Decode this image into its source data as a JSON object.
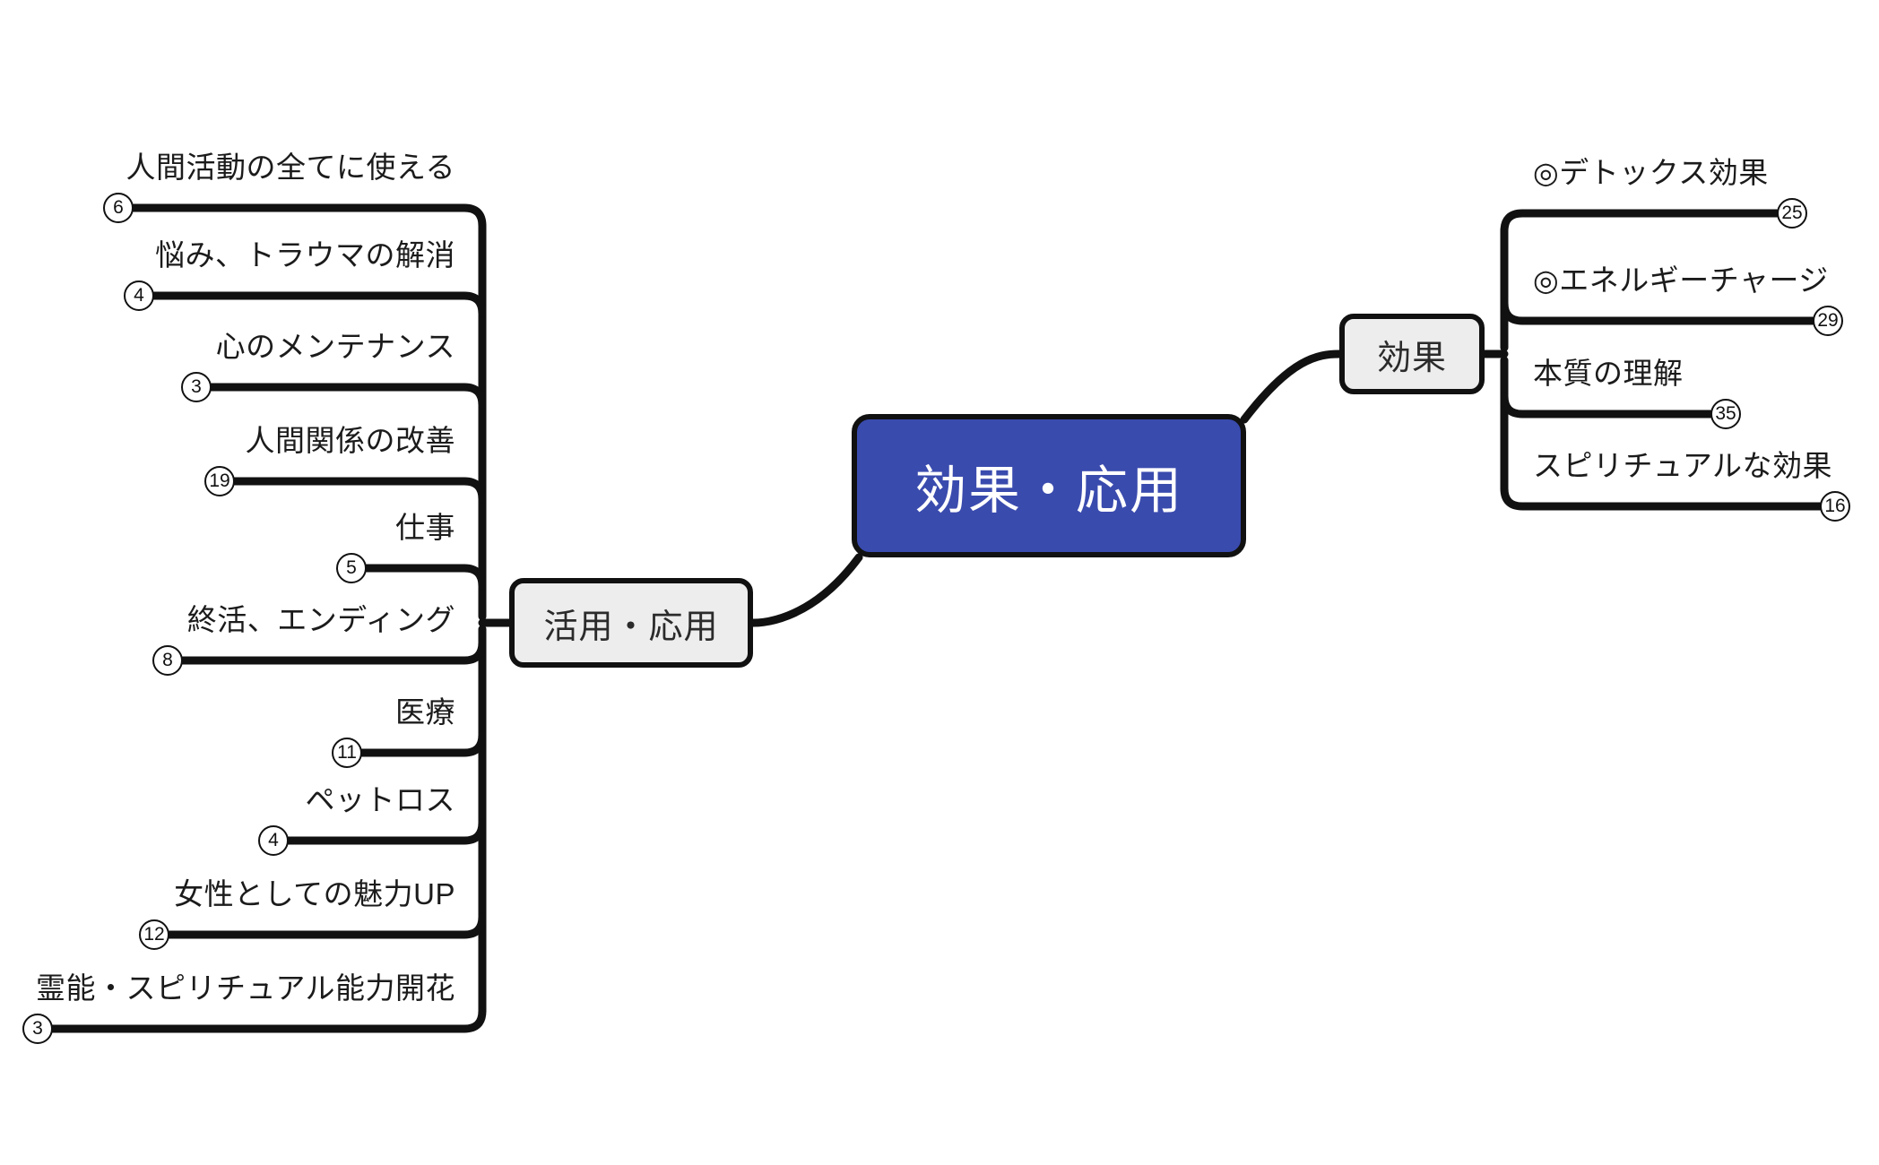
{
  "diagram": {
    "title": "効果・応用",
    "type": "mindmap",
    "colors": {
      "root_fill": "#3a4bae",
      "root_text": "#ffffff",
      "branch_fill": "#ededed",
      "branch_text": "#2b2b2b",
      "stroke": "#111111",
      "background": "#ffffff"
    }
  },
  "root": {
    "label": "効果・応用"
  },
  "branches": [
    {
      "label": "活用・応用",
      "side": "left",
      "leaves": [
        {
          "label": "人間活動の全てに使える",
          "count": "6"
        },
        {
          "label": "悩み、トラウマの解消",
          "count": "4"
        },
        {
          "label": "心のメンテナンス",
          "count": "3"
        },
        {
          "label": "人間関係の改善",
          "count": "19"
        },
        {
          "label": "仕事",
          "count": "5"
        },
        {
          "label": "終活、エンディング",
          "count": "8"
        },
        {
          "label": "医療",
          "count": "11"
        },
        {
          "label": "ペットロス",
          "count": "4"
        },
        {
          "label": "女性としての魅力UP",
          "count": "12"
        },
        {
          "label": "霊能・スピリチュアル能力開花",
          "count": "3"
        }
      ]
    },
    {
      "label": "効果",
      "side": "right",
      "leaves": [
        {
          "label": "◎デトックス効果",
          "count": "25"
        },
        {
          "label": "◎エネルギーチャージ",
          "count": "29"
        },
        {
          "label": "本質の理解",
          "count": "35"
        },
        {
          "label": "スピリチュアルな効果",
          "count": "16"
        }
      ]
    }
  ]
}
